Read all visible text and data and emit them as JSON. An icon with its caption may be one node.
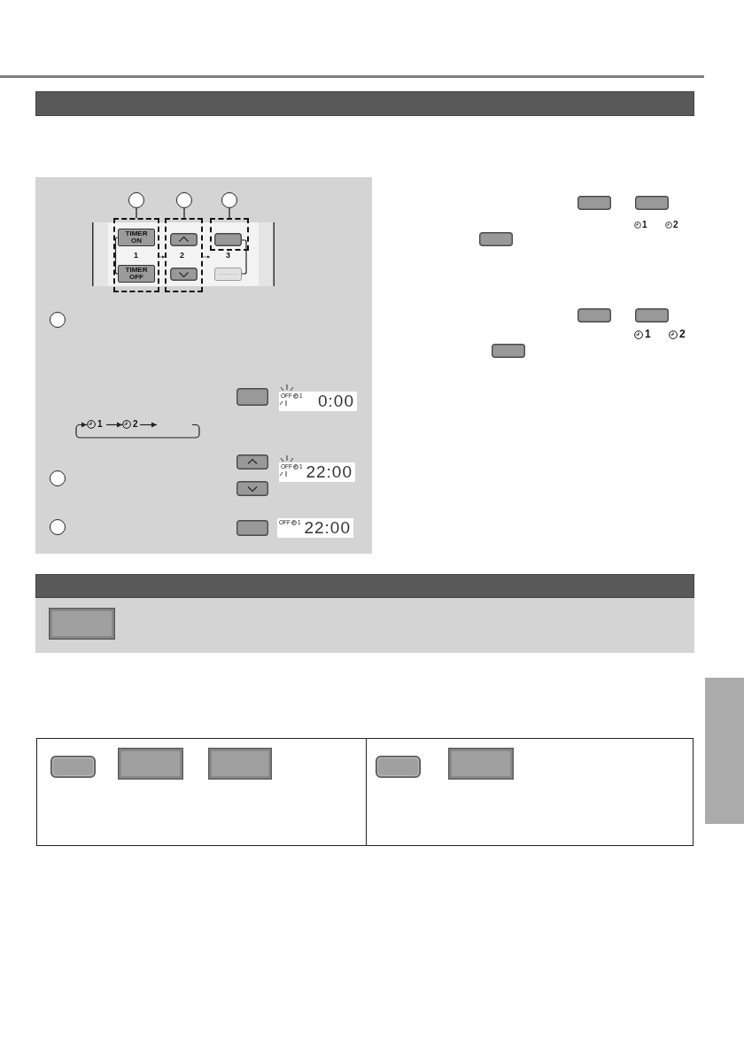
{
  "diagram": {
    "nodes": [
      {
        "text": [],
        "shape": "box"
      },
      {
        "text": [],
        "shape": "circle",
        "in": 0
      },
      {
        "text": [],
        "shape": "circle",
        "in": 0
      },
      {
        "text": [],
        "shape": "circle",
        "in": 0
      },
      {
        "text": [
          "1"
        ],
        "in": 0
      },
      {
        "text": [
          "TIMER ON"
        ],
        "in": 4
      },
      {
        "text": [
          "TIMER OFF"
        ],
        "in": 4
      },
      {
        "text": [
          "2"
        ],
        "in": 0
      },
      {
        "text": [],
        "shape": "box",
        "in": 0
      },
      {
        "text": [],
        "shape": "circle",
        "in": 0
      },
      {
        "text": [
          "OFF",
          "1",
          "0:00"
        ],
        "in": 0
      },
      {
        "text": [
          "1"
        ],
        "in": 0
      },
      {
        "text": [
          "2"
        ],
        "in": 0
      },
      {
        "text": [],
        "shape": "circle",
        "in": 0
      },
      {
        "text": [
          "OFF",
          "1",
          "22:00"
        ],
        "in": 0
      },
      {
        "text": [],
        "shape": "circle",
        "in": 0
      },
      {
        "text": [
          "OFF",
          "1",
          "22:00"
        ],
        "in": 0
      }
    ],
    "edges": [
      {
        "from": 1,
        "to": 4,
        "arrow": "none"
      },
      {
        "from": 2,
        "to": 7,
        "arrow": "none"
      },
      {
        "from": 3,
        "to": 8,
        "arrow": "none"
      },
      {
        "from": 4,
        "to": 7,
        "arrow": "to"
      },
      {
        "from": 7,
        "to": 8,
        "arrow": "to"
      },
      {
        "from": 11,
        "to": 12,
        "arrow": "to"
      },
      {
        "from": 12,
        "to": null,
        "arrow": "to"
      },
      {
        "from": null,
        "to": 11,
        "arrow": "to"
      },
      {
        "from": 5,
        "to": 6,
        "arrow": "none"
      }
    ],
    "labels": [
      "3",
      "1",
      "2",
      "1",
      "2"
    ]
  }
}
